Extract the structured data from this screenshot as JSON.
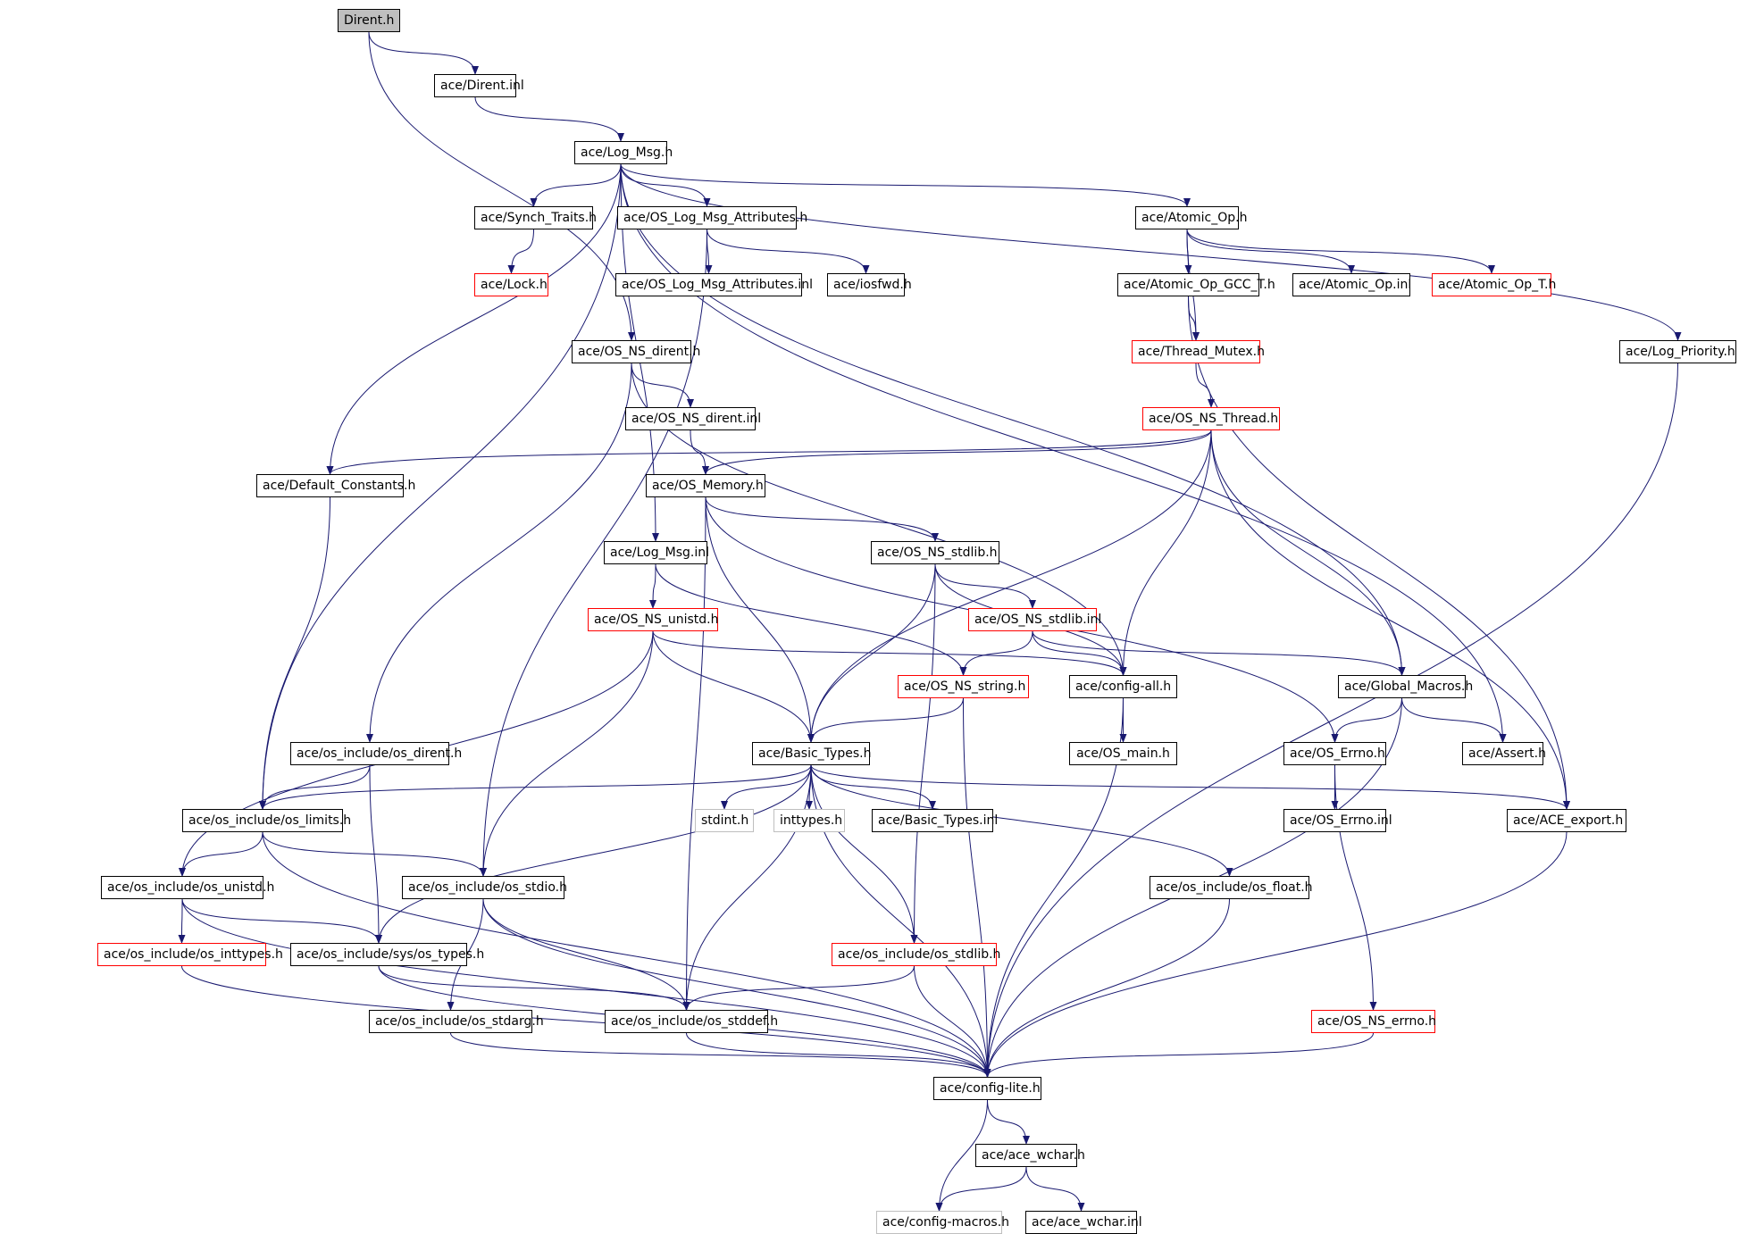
{
  "graph": {
    "colors": {
      "edge": "#191970",
      "root_fill": "#bfbfbf",
      "node_border": "#000000",
      "truncated_border": "#ff0000",
      "system_border": "#bfbfbf"
    },
    "nodes": [
      {
        "id": "n0",
        "label": "Dirent.h",
        "style": "root"
      },
      {
        "id": "n1",
        "label": "ace/Dirent.inl",
        "style": "normal"
      },
      {
        "id": "n2",
        "label": "ace/Log_Msg.h",
        "style": "normal"
      },
      {
        "id": "n3",
        "label": "ace/Synch_Traits.h",
        "style": "normal"
      },
      {
        "id": "n4",
        "label": "ace/OS_Log_Msg_Attributes.h",
        "style": "normal"
      },
      {
        "id": "n5",
        "label": "ace/Atomic_Op.h",
        "style": "normal"
      },
      {
        "id": "n6",
        "label": "ace/Lock.h",
        "style": "red"
      },
      {
        "id": "n7",
        "label": "ace/OS_Log_Msg_Attributes.inl",
        "style": "normal"
      },
      {
        "id": "n8",
        "label": "ace/iosfwd.h",
        "style": "normal"
      },
      {
        "id": "n9",
        "label": "ace/Atomic_Op_GCC_T.h",
        "style": "normal"
      },
      {
        "id": "n10",
        "label": "ace/Atomic_Op.inl",
        "style": "normal"
      },
      {
        "id": "n11",
        "label": "ace/Atomic_Op_T.h",
        "style": "red"
      },
      {
        "id": "n12",
        "label": "ace/OS_NS_dirent.h",
        "style": "normal"
      },
      {
        "id": "n13",
        "label": "ace/Thread_Mutex.h",
        "style": "red"
      },
      {
        "id": "n14",
        "label": "ace/Log_Priority.h",
        "style": "normal"
      },
      {
        "id": "n15",
        "label": "ace/OS_NS_dirent.inl",
        "style": "normal"
      },
      {
        "id": "n16",
        "label": "ace/OS_NS_Thread.h",
        "style": "red"
      },
      {
        "id": "n17",
        "label": "ace/Default_Constants.h",
        "style": "normal"
      },
      {
        "id": "n18",
        "label": "ace/OS_Memory.h",
        "style": "normal"
      },
      {
        "id": "n19",
        "label": "ace/Log_Msg.inl",
        "style": "normal"
      },
      {
        "id": "n20",
        "label": "ace/OS_NS_stdlib.h",
        "style": "normal"
      },
      {
        "id": "n21",
        "label": "ace/OS_NS_unistd.h",
        "style": "red"
      },
      {
        "id": "n22",
        "label": "ace/OS_NS_stdlib.inl",
        "style": "red"
      },
      {
        "id": "n23",
        "label": "ace/OS_NS_string.h",
        "style": "red"
      },
      {
        "id": "n24",
        "label": "ace/config-all.h",
        "style": "normal"
      },
      {
        "id": "n25",
        "label": "ace/Global_Macros.h",
        "style": "normal"
      },
      {
        "id": "n26",
        "label": "ace/os_include/os_dirent.h",
        "style": "normal"
      },
      {
        "id": "n27",
        "label": "ace/Basic_Types.h",
        "style": "normal"
      },
      {
        "id": "n28",
        "label": "ace/OS_main.h",
        "style": "normal"
      },
      {
        "id": "n29",
        "label": "ace/OS_Errno.h",
        "style": "normal"
      },
      {
        "id": "n30",
        "label": "ace/Assert.h",
        "style": "normal"
      },
      {
        "id": "n31",
        "label": "ace/os_include/os_limits.h",
        "style": "normal"
      },
      {
        "id": "n32",
        "label": "stdint.h",
        "style": "gray"
      },
      {
        "id": "n33",
        "label": "inttypes.h",
        "style": "gray"
      },
      {
        "id": "n34",
        "label": "ace/Basic_Types.inl",
        "style": "normal"
      },
      {
        "id": "n35",
        "label": "ace/OS_Errno.inl",
        "style": "normal"
      },
      {
        "id": "n36",
        "label": "ace/ACE_export.h",
        "style": "normal"
      },
      {
        "id": "n37",
        "label": "ace/os_include/os_unistd.h",
        "style": "normal"
      },
      {
        "id": "n38",
        "label": "ace/os_include/os_stdio.h",
        "style": "normal"
      },
      {
        "id": "n39",
        "label": "ace/os_include/os_float.h",
        "style": "normal"
      },
      {
        "id": "n40",
        "label": "ace/os_include/os_inttypes.h",
        "style": "red"
      },
      {
        "id": "n41",
        "label": "ace/os_include/sys/os_types.h",
        "style": "normal"
      },
      {
        "id": "n42",
        "label": "ace/os_include/os_stdlib.h",
        "style": "red"
      },
      {
        "id": "n43",
        "label": "ace/os_include/os_stdarg.h",
        "style": "normal"
      },
      {
        "id": "n44",
        "label": "ace/os_include/os_stddef.h",
        "style": "normal"
      },
      {
        "id": "n45",
        "label": "ace/OS_NS_errno.h",
        "style": "red"
      },
      {
        "id": "n46",
        "label": "ace/config-lite.h",
        "style": "normal"
      },
      {
        "id": "n47",
        "label": "ace/ace_wchar.h",
        "style": "normal"
      },
      {
        "id": "n48",
        "label": "ace/config-macros.h",
        "style": "gray"
      },
      {
        "id": "n49",
        "label": "ace/ace_wchar.inl",
        "style": "normal"
      }
    ],
    "edges": [
      [
        "n0",
        "n1"
      ],
      [
        "n0",
        "n12"
      ],
      [
        "n1",
        "n2"
      ],
      [
        "n2",
        "n3"
      ],
      [
        "n2",
        "n4"
      ],
      [
        "n2",
        "n5"
      ],
      [
        "n2",
        "n14"
      ],
      [
        "n2",
        "n17"
      ],
      [
        "n2",
        "n19"
      ],
      [
        "n2",
        "n31"
      ],
      [
        "n2",
        "n25"
      ],
      [
        "n2",
        "n30"
      ],
      [
        "n3",
        "n6"
      ],
      [
        "n4",
        "n7"
      ],
      [
        "n4",
        "n8"
      ],
      [
        "n4",
        "n38"
      ],
      [
        "n5",
        "n9"
      ],
      [
        "n5",
        "n10"
      ],
      [
        "n5",
        "n11"
      ],
      [
        "n5",
        "n13"
      ],
      [
        "n9",
        "n13"
      ],
      [
        "n9",
        "n36"
      ],
      [
        "n13",
        "n16"
      ],
      [
        "n12",
        "n15"
      ],
      [
        "n12",
        "n24"
      ],
      [
        "n12",
        "n26"
      ],
      [
        "n15",
        "n18"
      ],
      [
        "n16",
        "n17"
      ],
      [
        "n16",
        "n18"
      ],
      [
        "n16",
        "n27"
      ],
      [
        "n16",
        "n24"
      ],
      [
        "n16",
        "n25"
      ],
      [
        "n16",
        "n36"
      ],
      [
        "n17",
        "n31"
      ],
      [
        "n18",
        "n20"
      ],
      [
        "n18",
        "n27"
      ],
      [
        "n18",
        "n29"
      ],
      [
        "n18",
        "n44"
      ],
      [
        "n19",
        "n21"
      ],
      [
        "n19",
        "n23"
      ],
      [
        "n20",
        "n22"
      ],
      [
        "n20",
        "n27"
      ],
      [
        "n20",
        "n24"
      ],
      [
        "n20",
        "n42"
      ],
      [
        "n22",
        "n23"
      ],
      [
        "n22",
        "n24"
      ],
      [
        "n22",
        "n25"
      ],
      [
        "n21",
        "n27"
      ],
      [
        "n21",
        "n24"
      ],
      [
        "n21",
        "n37"
      ],
      [
        "n21",
        "n38"
      ],
      [
        "n23",
        "n27"
      ],
      [
        "n23",
        "n46"
      ],
      [
        "n24",
        "n28"
      ],
      [
        "n24",
        "n46"
      ],
      [
        "n25",
        "n29"
      ],
      [
        "n25",
        "n30"
      ],
      [
        "n25",
        "n46"
      ],
      [
        "n29",
        "n35"
      ],
      [
        "n29",
        "n45"
      ],
      [
        "n26",
        "n31"
      ],
      [
        "n26",
        "n41"
      ],
      [
        "n27",
        "n31"
      ],
      [
        "n27",
        "n32"
      ],
      [
        "n27",
        "n33"
      ],
      [
        "n27",
        "n34"
      ],
      [
        "n27",
        "n36"
      ],
      [
        "n27",
        "n39"
      ],
      [
        "n27",
        "n42"
      ],
      [
        "n27",
        "n44"
      ],
      [
        "n27",
        "n41"
      ],
      [
        "n27",
        "n46"
      ],
      [
        "n31",
        "n37"
      ],
      [
        "n31",
        "n38"
      ],
      [
        "n31",
        "n46"
      ],
      [
        "n37",
        "n40"
      ],
      [
        "n37",
        "n41"
      ],
      [
        "n37",
        "n46"
      ],
      [
        "n38",
        "n43"
      ],
      [
        "n38",
        "n44"
      ],
      [
        "n38",
        "n46"
      ],
      [
        "n40",
        "n46"
      ],
      [
        "n41",
        "n44"
      ],
      [
        "n41",
        "n46"
      ],
      [
        "n42",
        "n44"
      ],
      [
        "n42",
        "n46"
      ],
      [
        "n43",
        "n46"
      ],
      [
        "n44",
        "n46"
      ],
      [
        "n39",
        "n46"
      ],
      [
        "n45",
        "n46"
      ],
      [
        "n36",
        "n46"
      ],
      [
        "n14",
        "n46"
      ],
      [
        "n46",
        "n47"
      ],
      [
        "n46",
        "n48"
      ],
      [
        "n47",
        "n48"
      ],
      [
        "n47",
        "n49"
      ]
    ]
  }
}
